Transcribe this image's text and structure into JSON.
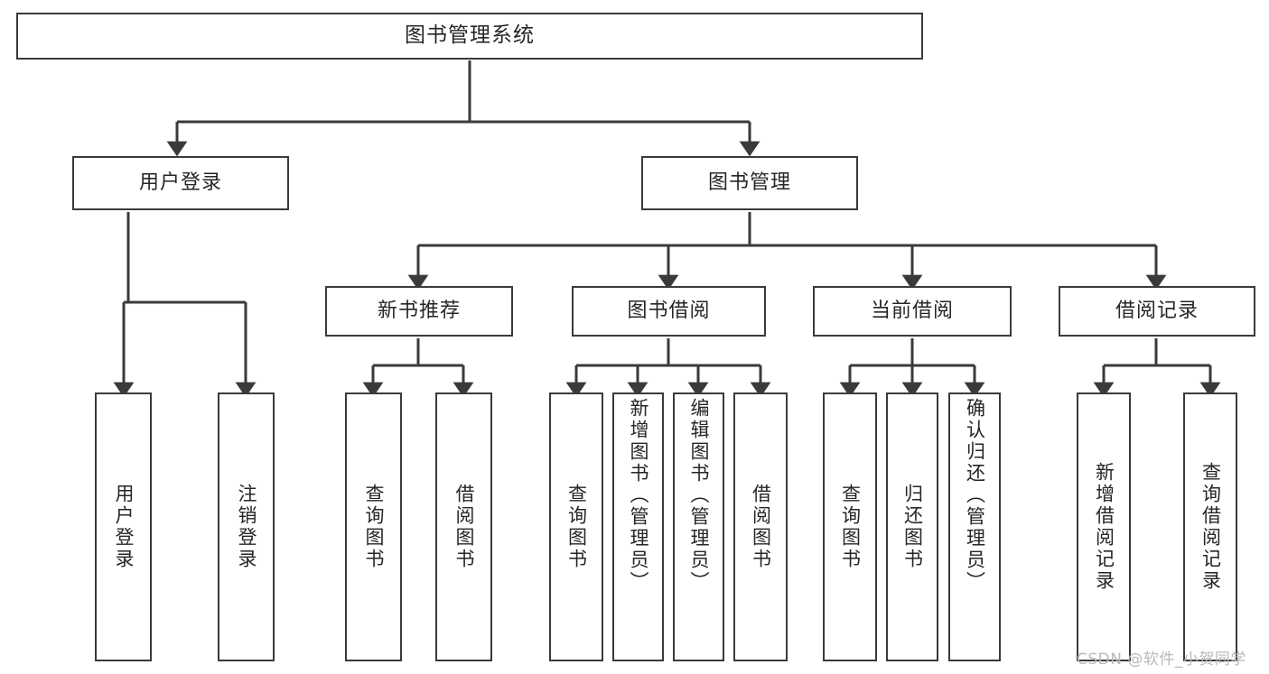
{
  "diagram": {
    "title": "图书管理系统",
    "type": "hierarchy-tree",
    "root": {
      "label": "图书管理系统"
    },
    "level2": [
      {
        "label": "用户登录"
      },
      {
        "label": "图书管理"
      }
    ],
    "level3": [
      {
        "label": "新书推荐"
      },
      {
        "label": "图书借阅"
      },
      {
        "label": "当前借阅"
      },
      {
        "label": "借阅记录"
      }
    ],
    "leaves": [
      {
        "label": "用户登录",
        "parent": "用户登录",
        "align": "center"
      },
      {
        "label": "注销登录",
        "parent": "用户登录",
        "align": "center"
      },
      {
        "label": "查询图书",
        "parent": "新书推荐",
        "align": "center"
      },
      {
        "label": "借阅图书",
        "parent": "新书推荐",
        "align": "center"
      },
      {
        "label": "查询图书",
        "parent": "图书借阅",
        "align": "center"
      },
      {
        "label": "新增图书（管理员）",
        "parent": "图书借阅",
        "align": "top"
      },
      {
        "label": "编辑图书（管理员）",
        "parent": "图书借阅",
        "align": "top"
      },
      {
        "label": "借阅图书",
        "parent": "图书借阅",
        "align": "center"
      },
      {
        "label": "查询图书",
        "parent": "当前借阅",
        "align": "center"
      },
      {
        "label": "归还图书",
        "parent": "当前借阅",
        "align": "center"
      },
      {
        "label": "确认归还（管理员）",
        "parent": "当前借阅",
        "align": "top"
      },
      {
        "label": "新增借阅记录",
        "parent": "借阅记录",
        "align": "center"
      },
      {
        "label": "查询借阅记录",
        "parent": "借阅记录",
        "align": "center"
      }
    ]
  },
  "watermark": {
    "text": "CSDN @软件_小贺同学"
  },
  "colors": {
    "stroke": "#3a3a3a",
    "text": "#262626",
    "background": "#ffffff",
    "watermark": "#b9b9b9"
  }
}
